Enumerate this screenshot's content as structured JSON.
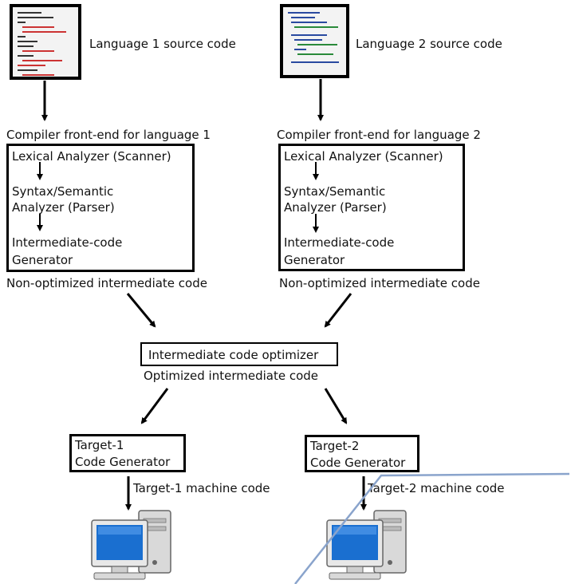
{
  "sources": [
    {
      "label": "Language 1 source code"
    },
    {
      "label": "Language 2 source code"
    }
  ],
  "frontends": [
    {
      "title": "Compiler front-end for language 1",
      "steps": [
        "Lexical Analyzer (Scanner)",
        "Syntax/Semantic",
        "Analyzer (Parser)",
        "Intermediate-code",
        "Generator"
      ],
      "output": "Non-optimized intermediate code"
    },
    {
      "title": "Compiler front-end for language 2",
      "steps": [
        "Lexical Analyzer (Scanner)",
        "Syntax/Semantic",
        "Analyzer (Parser)",
        "Intermediate-code",
        "Generator"
      ],
      "output": "Non-optimized intermediate code"
    }
  ],
  "optimizer": {
    "title": "Intermediate code optimizer",
    "output": "Optimized intermediate code"
  },
  "backends": [
    {
      "line1": "Target-1",
      "line2": "Code Generator",
      "output": "Target-1 machine code"
    },
    {
      "line1": "Target-2",
      "line2": "Code Generator",
      "output": "Target-2 machine code"
    }
  ],
  "icons": [
    "code-thumbnail-icon",
    "computer-icon"
  ],
  "colors": {
    "stroke": "#000000",
    "screen": "#1a6fd0",
    "case": "#d9d9d9",
    "overlay_line": "#8aa4cc"
  }
}
